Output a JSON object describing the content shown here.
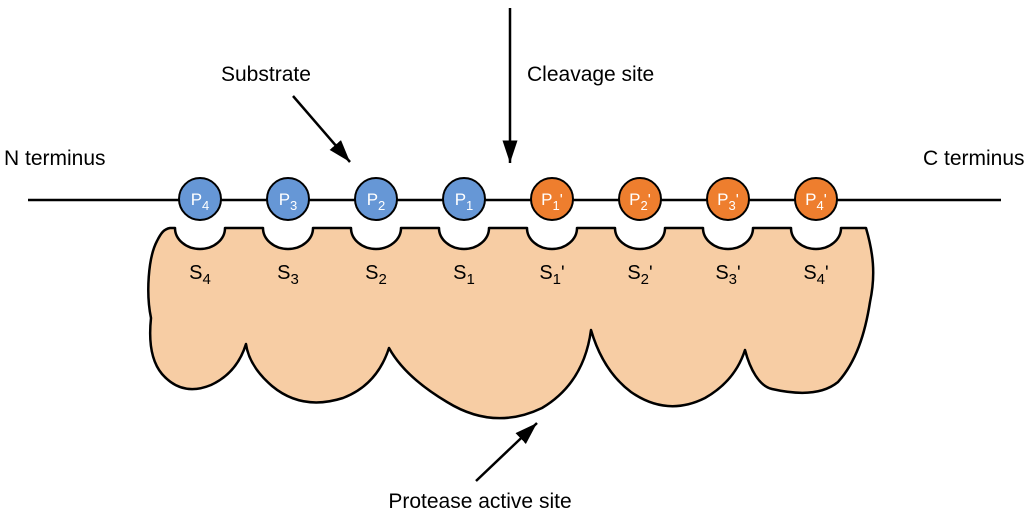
{
  "labels": {
    "n_terminus": "N terminus",
    "c_terminus": "C terminus",
    "substrate": "Substrate",
    "cleavage_site": "Cleavage site",
    "protease_active_site": "Protease active site"
  },
  "colors": {
    "n_side_residue": "#6697d6",
    "c_side_residue": "#ee7e2e",
    "protease_body": "#f7cda4",
    "outline": "#000000"
  },
  "residues": [
    {
      "main": "P",
      "sub": "4",
      "prime": "",
      "side": "N"
    },
    {
      "main": "P",
      "sub": "3",
      "prime": "",
      "side": "N"
    },
    {
      "main": "P",
      "sub": "2",
      "prime": "",
      "side": "N"
    },
    {
      "main": "P",
      "sub": "1",
      "prime": "",
      "side": "N"
    },
    {
      "main": "P",
      "sub": "1",
      "prime": "'",
      "side": "C"
    },
    {
      "main": "P",
      "sub": "2",
      "prime": "'",
      "side": "C"
    },
    {
      "main": "P",
      "sub": "3",
      "prime": "'",
      "side": "C"
    },
    {
      "main": "P",
      "sub": "4",
      "prime": "'",
      "side": "C"
    }
  ],
  "pockets": [
    {
      "main": "S",
      "sub": "4",
      "prime": ""
    },
    {
      "main": "S",
      "sub": "3",
      "prime": ""
    },
    {
      "main": "S",
      "sub": "2",
      "prime": ""
    },
    {
      "main": "S",
      "sub": "1",
      "prime": ""
    },
    {
      "main": "S",
      "sub": "1",
      "prime": "'"
    },
    {
      "main": "S",
      "sub": "2",
      "prime": "'"
    },
    {
      "main": "S",
      "sub": "3",
      "prime": "'"
    },
    {
      "main": "S",
      "sub": "4",
      "prime": "'"
    }
  ]
}
